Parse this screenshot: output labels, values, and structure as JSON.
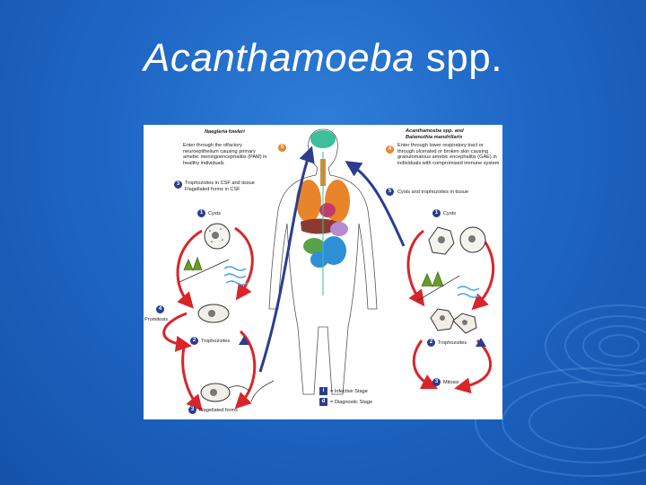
{
  "slide": {
    "title_genus": "Acanthamoeba",
    "title_suffix": " spp."
  },
  "figure": {
    "left_panel": {
      "header": "Naegleria fowleri",
      "note_entry": "Enter through the olfactory neuroepithelium causing primary amebic meningoencephalitis (PAM) in healthy individuals",
      "step5_num": "5",
      "step3_num": "3",
      "note_csf": "Trophozoites in CSF and tissue Flagellated forms in CSF",
      "step1_num": "1",
      "label_cysts": "Cysts",
      "step4_num": "4",
      "label_promitosis": "Promitosis",
      "step2_num": "2",
      "label_trophozoites": "Trophozoites",
      "step3b_num": "3",
      "label_flagellated": "Flagellated forms"
    },
    "right_panel": {
      "header_line1": "Acanthamoeba spp. and",
      "header_line2": "Balamuthia mandrillaris",
      "step4_num": "4",
      "note_entry": "Enter through lower respiratory tract or through ulcerated or broken skin causing granulomatous amebic encephalitis (GAE) in individuals with compromised immune system",
      "step5_num": "5",
      "note_tissue": "Cysts and trophozoites in tissue",
      "step1_num": "1",
      "label_cysts": "Cysts",
      "step2_num": "2",
      "label_trophozoites": "Trophozoites",
      "step3_num": "3",
      "label_mitosis": "Mitosis"
    },
    "legend": {
      "infective_mark": "i",
      "infective_label": "= Infective Stage",
      "diagnostic_mark": "d",
      "diagnostic_label": "= Diagnostic Stage"
    },
    "colors": {
      "background": "#1f67c6",
      "cycle_arrow": "#d9252a",
      "path_arrow": "#2a3d8f",
      "badge_orange": "#e8852a"
    }
  }
}
